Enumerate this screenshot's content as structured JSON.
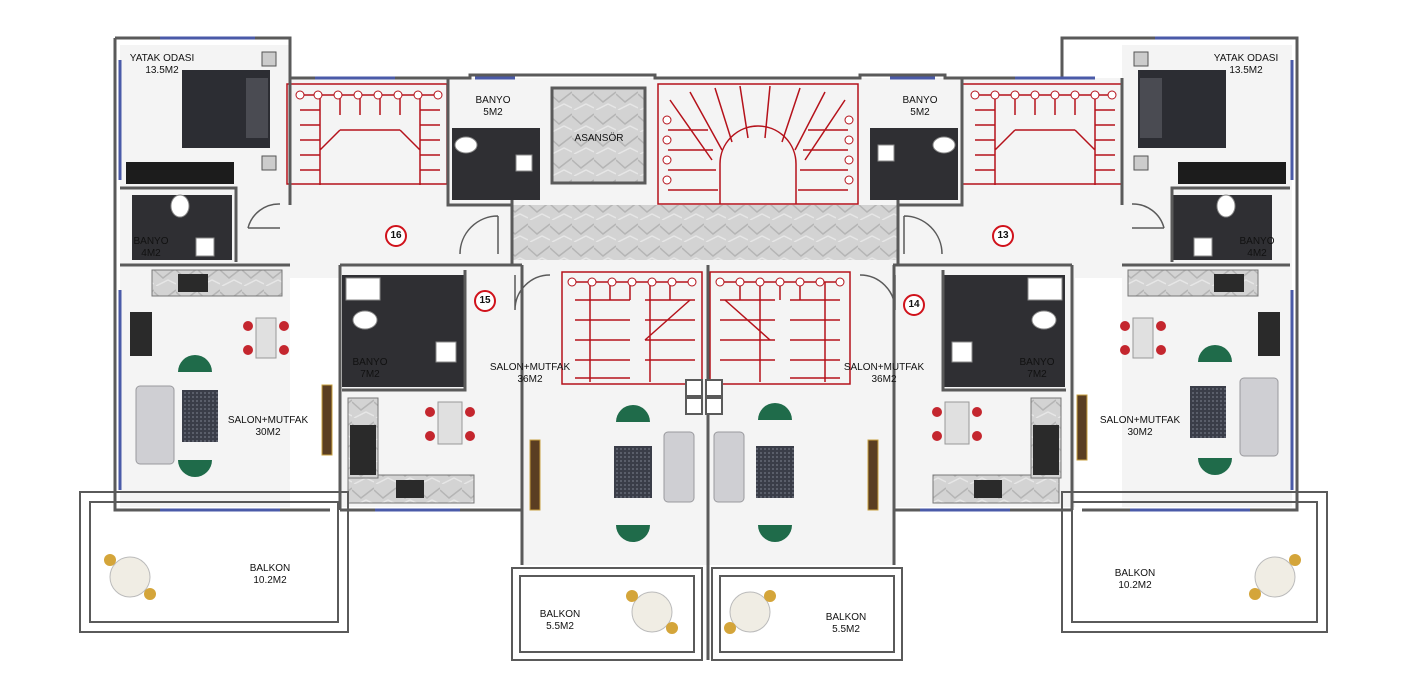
{
  "rooms": {
    "yatak_left": {
      "name": "YATAK ODASI",
      "area": "13.5M2"
    },
    "yatak_right": {
      "name": "YATAK ODASI",
      "area": "13.5M2"
    },
    "banyo_16": {
      "name": "BANYO",
      "area": "5M2"
    },
    "banyo_13": {
      "name": "BANYO",
      "area": "5M2"
    },
    "banyo_left": {
      "name": "BANYO",
      "area": "4M2"
    },
    "banyo_right": {
      "name": "BANYO",
      "area": "4M2"
    },
    "banyo_15": {
      "name": "BANYO",
      "area": "7M2"
    },
    "banyo_14": {
      "name": "BANYO",
      "area": "7M2"
    },
    "asansor": {
      "name": "ASANSÖR"
    },
    "salon_left": {
      "name": "SALON+MUTFAK",
      "area": "30M2"
    },
    "salon_right": {
      "name": "SALON+MUTFAK",
      "area": "30M2"
    },
    "salon_15": {
      "name": "SALON+MUTFAK",
      "area": "36M2"
    },
    "salon_14": {
      "name": "SALON+MUTFAK",
      "area": "36M2"
    },
    "balkon_left": {
      "name": "BALKON",
      "area": "10.2M2"
    },
    "balkon_right": {
      "name": "BALKON",
      "area": "10.2M2"
    },
    "balkon_mid_left": {
      "name": "BALKON",
      "area": "5.5M2"
    },
    "balkon_mid_right": {
      "name": "BALKON",
      "area": "5.5M2"
    }
  },
  "units": {
    "u16": "16",
    "u13": "13",
    "u15": "15",
    "u14": "14"
  },
  "colors": {
    "wall": "#5a5a5a",
    "stair": "#b5121b",
    "marker": "#d0121b",
    "bath": "#2f2f33",
    "floor": "#f4f4f4",
    "corridor": "#c8c8c8",
    "window": "#4a5aa8",
    "chair": "#1f6b4a"
  }
}
